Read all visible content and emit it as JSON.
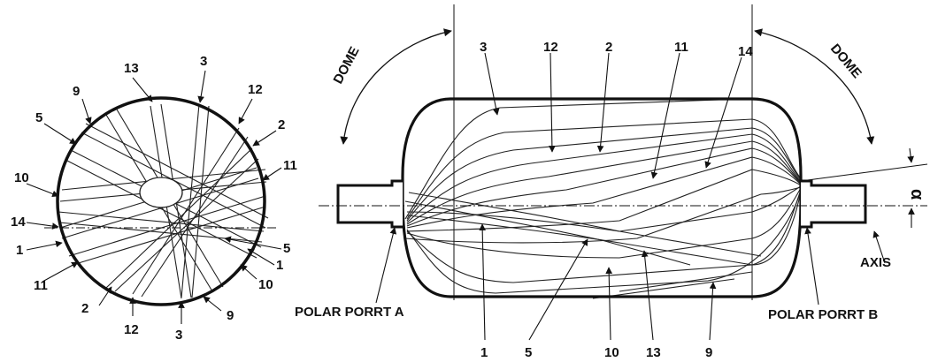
{
  "labels": {
    "dome_left": "DOME",
    "dome_right": "DOME",
    "polar_port_a": "POLAR PORRT A",
    "polar_port_b": "POLAR PORRT B",
    "axis": "AXIS",
    "angle_symbol": "α"
  },
  "circle_view": {
    "labels": [
      "13",
      "3",
      "9",
      "12",
      "5",
      "2",
      "11",
      "10",
      "14",
      "1",
      "5",
      "1",
      "11",
      "10",
      "2",
      "12",
      "3",
      "9"
    ]
  },
  "side_view": {
    "top_labels": [
      "3",
      "12",
      "2",
      "11",
      "14"
    ],
    "bottom_labels": [
      "1",
      "5",
      "10",
      "13",
      "9"
    ]
  },
  "colors": {
    "ink": "#111111",
    "paper": "#ffffff"
  }
}
